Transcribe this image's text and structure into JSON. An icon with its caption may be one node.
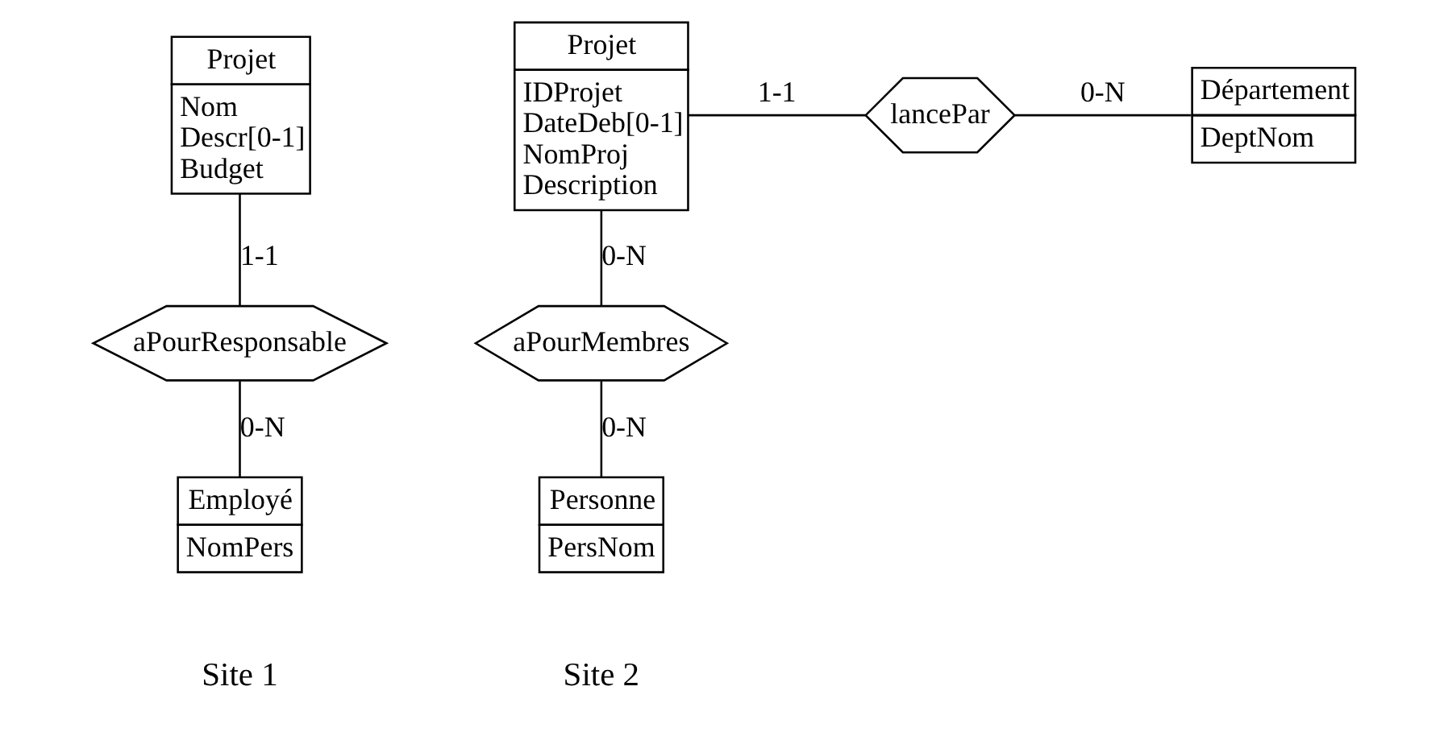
{
  "diagram": {
    "nodes": [
      {
        "text": [
          "Projet",
          "Nom",
          "Descr[0-1]",
          "Budget"
        ]
      },
      {
        "text": [
          "aPourResponsable"
        ]
      },
      {
        "text": [
          "Employé",
          "NomPers"
        ]
      },
      {
        "text": [
          "Projet",
          "IDProjet",
          "DateDeb[0-1]",
          "NomProj",
          "Description"
        ]
      },
      {
        "text": [
          "lancePar"
        ]
      },
      {
        "text": [
          "Département",
          "DeptNom"
        ]
      },
      {
        "text": [
          "aPourMembres"
        ]
      },
      {
        "text": [
          "Personne",
          "PersNom"
        ]
      }
    ],
    "edges": [
      {
        "from": 0,
        "to": 1,
        "arrow": "none",
        "label": "1-1"
      },
      {
        "from": 1,
        "to": 2,
        "arrow": "none",
        "label": "0-N"
      },
      {
        "from": 3,
        "to": 4,
        "arrow": "none",
        "label": "1-1"
      },
      {
        "from": 4,
        "to": 5,
        "arrow": "none",
        "label": "0-N"
      },
      {
        "from": 3,
        "to": 6,
        "arrow": "none",
        "label": "0-N"
      },
      {
        "from": 6,
        "to": 7,
        "arrow": "none",
        "label": "0-N"
      }
    ],
    "labels": [
      "Site 1",
      "Site 2"
    ]
  }
}
